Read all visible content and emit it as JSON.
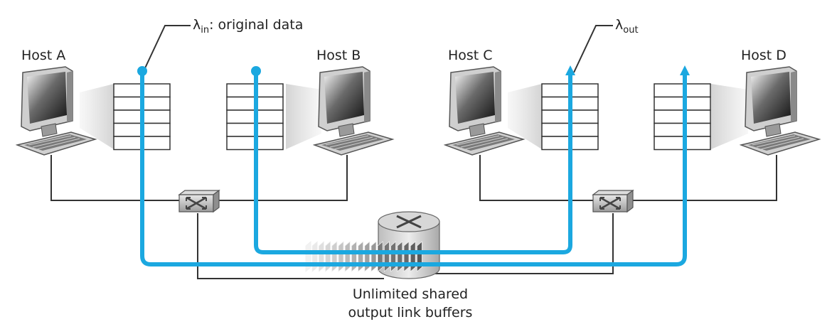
{
  "hosts": [
    {
      "id": "A",
      "label": "Host A"
    },
    {
      "id": "B",
      "label": "Host B"
    },
    {
      "id": "C",
      "label": "Host C"
    },
    {
      "id": "D",
      "label": "Host D"
    }
  ],
  "lambda_in": {
    "symbol": "λ",
    "subscript": "in",
    "suffix": ": original data"
  },
  "lambda_out": {
    "symbol": "λ",
    "subscript": "out"
  },
  "router_caption": {
    "line1": "Unlimited shared",
    "line2": "output link buffers"
  },
  "colors": {
    "flow": "#1ba8e0",
    "wire": "#333333"
  }
}
